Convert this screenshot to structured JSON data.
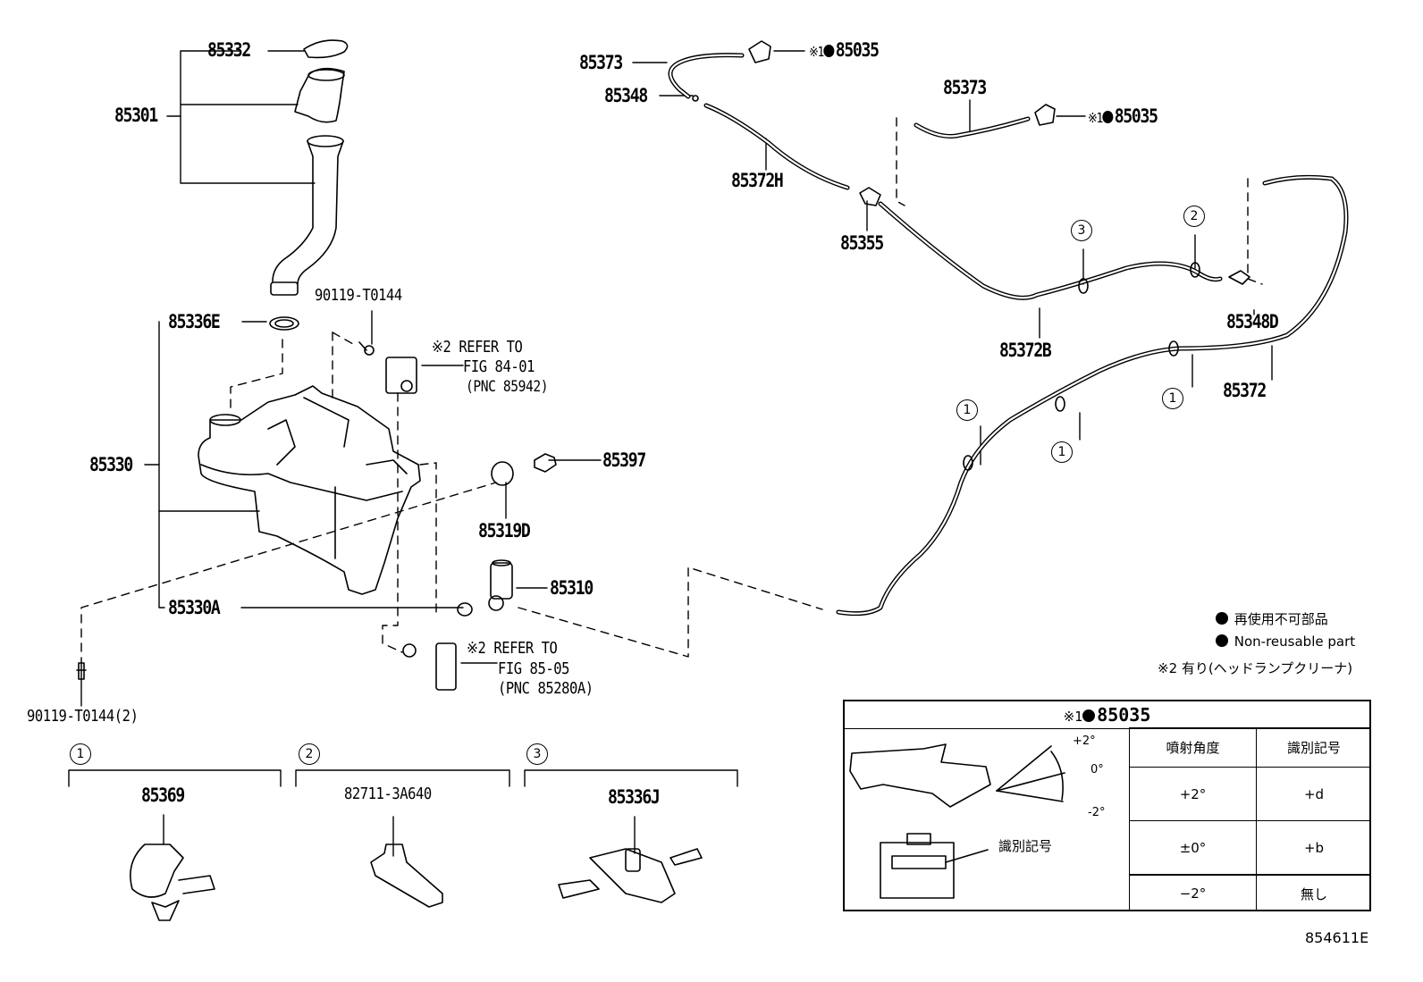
{
  "figure_id": "854611E",
  "parts": {
    "p85332": "85332",
    "p85301": "85301",
    "p85336E": "85336E",
    "p90119_top": "90119-T0144",
    "p85330": "85330",
    "p85330A": "85330A",
    "p90119_bottom": "90119-T0144(2)",
    "p85397": "85397",
    "p85319D": "85319D",
    "p85310": "85310",
    "p85373_a": "85373",
    "p85348": "85348",
    "p85372H": "85372H",
    "p85355": "85355",
    "p85373_b": "85373",
    "p85372B": "85372B",
    "p85348D": "85348D",
    "p85372": "85372",
    "nozzle_a": "85035",
    "nozzle_b": "85035"
  },
  "refs": {
    "note_mark": "※1",
    "note2_mark": "※2",
    "refer1": [
      "REFER TO",
      "FIG 84-01",
      "(PNC 85942)"
    ],
    "refer2": [
      "REFER TO",
      "FIG 85-05",
      "(PNC 85280A)"
    ]
  },
  "callouts": [
    "1",
    "2",
    "3",
    "1",
    "1",
    "1",
    "1"
  ],
  "clip_legend": [
    {
      "num": "1",
      "part": "85369"
    },
    {
      "num": "2",
      "part": "82711-3A640"
    },
    {
      "num": "3",
      "part": "85336J"
    }
  ],
  "legend": {
    "jp_nonreusable": "再使用不可部品",
    "en_nonreusable": "Non-reusable part",
    "note2": "※2 有り(ヘッドランプクリーナ)"
  },
  "spec_table": {
    "title_mark": "※1",
    "title_part": "85035",
    "angle_labels": [
      "+2°",
      "0°",
      "-2°"
    ],
    "id_mark_label": "識別記号",
    "headers": [
      "噴射角度",
      "識別記号"
    ],
    "rows": [
      {
        "angle": "+2°",
        "mark": "+d"
      },
      {
        "angle": "±0°",
        "mark": "+b"
      },
      {
        "angle": "−2°",
        "mark": "無し"
      }
    ]
  }
}
